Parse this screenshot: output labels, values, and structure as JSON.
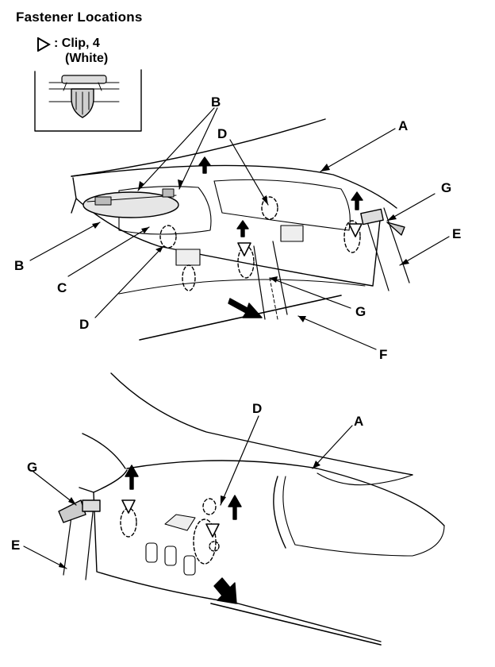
{
  "title": "Fastener Locations",
  "legend": {
    "symbol_icon": "triangle-outline-icon",
    "clip_label": ": Clip, 4",
    "clip_color": "(White)"
  },
  "callouts": {
    "A": "A",
    "B": "B",
    "C": "C",
    "D": "D",
    "E": "E",
    "F": "F",
    "G": "G"
  },
  "colors": {
    "ink": "#000000",
    "paper": "#ffffff"
  }
}
